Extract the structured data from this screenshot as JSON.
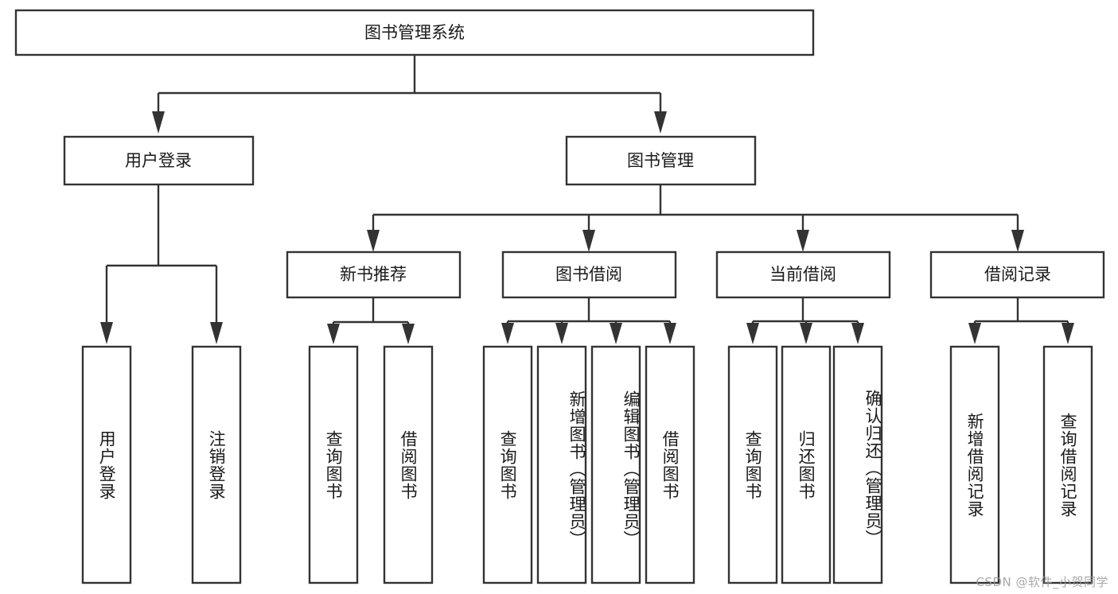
{
  "diagram": {
    "type": "hierarchy-tree",
    "title": "图书管理系统",
    "orientation": "top-down",
    "colors": {
      "stroke": "#333333",
      "box_fill": "#ffffff",
      "text": "#1a1a1a",
      "background": "#ffffff",
      "watermark": "#9a9a9a"
    },
    "root": {
      "label": "图书管理系统"
    },
    "level1": [
      {
        "id": "user-login",
        "label": "用户登录"
      },
      {
        "id": "book-manage",
        "label": "图书管理"
      }
    ],
    "level2": [
      {
        "id": "new-book-recommend",
        "label": "新书推荐",
        "parent": "book-manage"
      },
      {
        "id": "book-borrow",
        "label": "图书借阅",
        "parent": "book-manage"
      },
      {
        "id": "current-borrow",
        "label": "当前借阅",
        "parent": "book-manage"
      },
      {
        "id": "borrow-record",
        "label": "借阅记录",
        "parent": "book-manage"
      }
    ],
    "leaves": [
      {
        "id": "leaf-user-login",
        "label": "用户登录",
        "parent": "user-login"
      },
      {
        "id": "leaf-user-logout",
        "label": "注销登录",
        "parent": "user-login"
      },
      {
        "id": "leaf-query-book-1",
        "label": "查询图书",
        "parent": "new-book-recommend"
      },
      {
        "id": "leaf-borrow-book-1",
        "label": "借阅图书",
        "parent": "new-book-recommend"
      },
      {
        "id": "leaf-query-book-2",
        "label": "查询图书",
        "parent": "book-borrow"
      },
      {
        "id": "leaf-add-book",
        "label": "新增图书（管理员）",
        "parent": "book-borrow"
      },
      {
        "id": "leaf-edit-book",
        "label": "编辑图书（管理员）",
        "parent": "book-borrow"
      },
      {
        "id": "leaf-borrow-book-2",
        "label": "借阅图书",
        "parent": "book-borrow"
      },
      {
        "id": "leaf-query-book-3",
        "label": "查询图书",
        "parent": "current-borrow"
      },
      {
        "id": "leaf-return-book",
        "label": "归还图书",
        "parent": "current-borrow"
      },
      {
        "id": "leaf-confirm-return",
        "label": "确认归还（管理员）",
        "parent": "current-borrow"
      },
      {
        "id": "leaf-add-record",
        "label": "新增借阅记录",
        "parent": "borrow-record"
      },
      {
        "id": "leaf-query-record",
        "label": "查询借阅记录",
        "parent": "borrow-record"
      }
    ]
  },
  "watermark": {
    "text": "CSDN @软件_小贺同学"
  }
}
